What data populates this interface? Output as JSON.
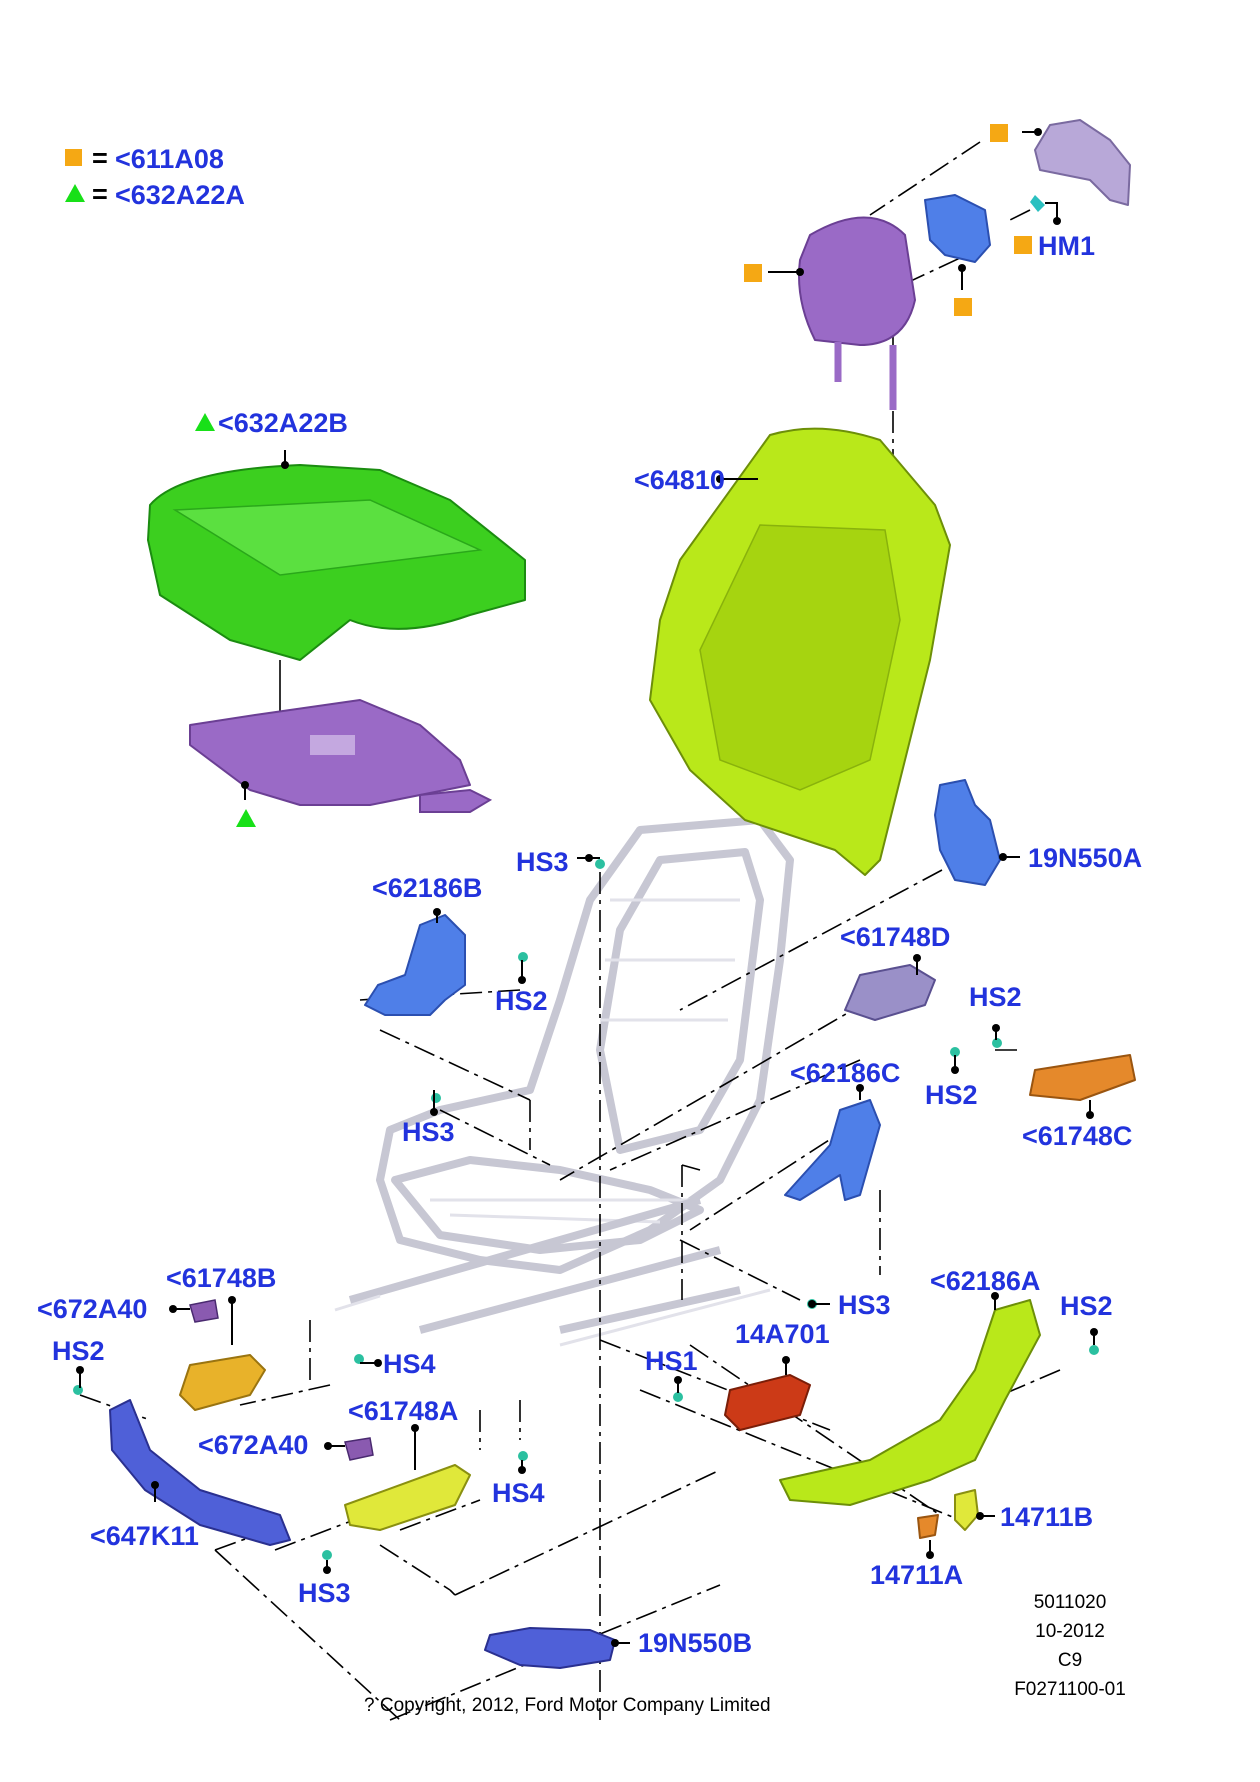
{
  "colors": {
    "label": "#2233dd",
    "square_marker": "#f5a814",
    "triangle_marker": "#18e018",
    "leader": "#000000",
    "cushion": "#3ccf1f",
    "backrest": "#b9e81a",
    "purple": "#9a6ac6",
    "blue": "#4f7fe8",
    "orange": "#e5892b",
    "red": "#cc3a17",
    "yellow": "#e0e83a",
    "frame": "#c9c9d6"
  },
  "legend": {
    "square_eq": "=",
    "square_ref": "<611A08",
    "triangle_eq": "=",
    "triangle_ref": "<632A22A"
  },
  "labels": {
    "hm1": "HM1",
    "p632a22b": "<632A22B",
    "p64810": "<64810",
    "hs3_top": "HS3",
    "p19n550a": "19N550A",
    "p62186b": "<62186B",
    "hs2_a": "HS2",
    "p61748d": "<61748D",
    "hs2_b": "HS2",
    "hs2_c": "HS2",
    "p62186c": "<62186C",
    "hs3_mid": "HS3",
    "p61748c": "<61748C",
    "p61748b": "<61748B",
    "p672a40_a": "<672A40",
    "hs2_d": "HS2",
    "hs3_right": "HS3",
    "p62186a": "<62186A",
    "hs2_e": "HS2",
    "p14a701": "14A701",
    "hs4_a": "HS4",
    "hs1": "HS1",
    "p61748a": "<61748A",
    "p672a40_b": "<672A40",
    "hs4_b": "HS4",
    "p647k11": "<647K11",
    "p14711b": "14711B",
    "p14711a": "14711A",
    "hs3_bottom": "HS3",
    "p19n550b": "19N550B"
  },
  "footer": {
    "copyright": "? Copyright, 2012, Ford Motor Company Limited",
    "code1": "5011020",
    "code2": "10-2012",
    "code3": "C9",
    "code4": "F0271100-01"
  }
}
